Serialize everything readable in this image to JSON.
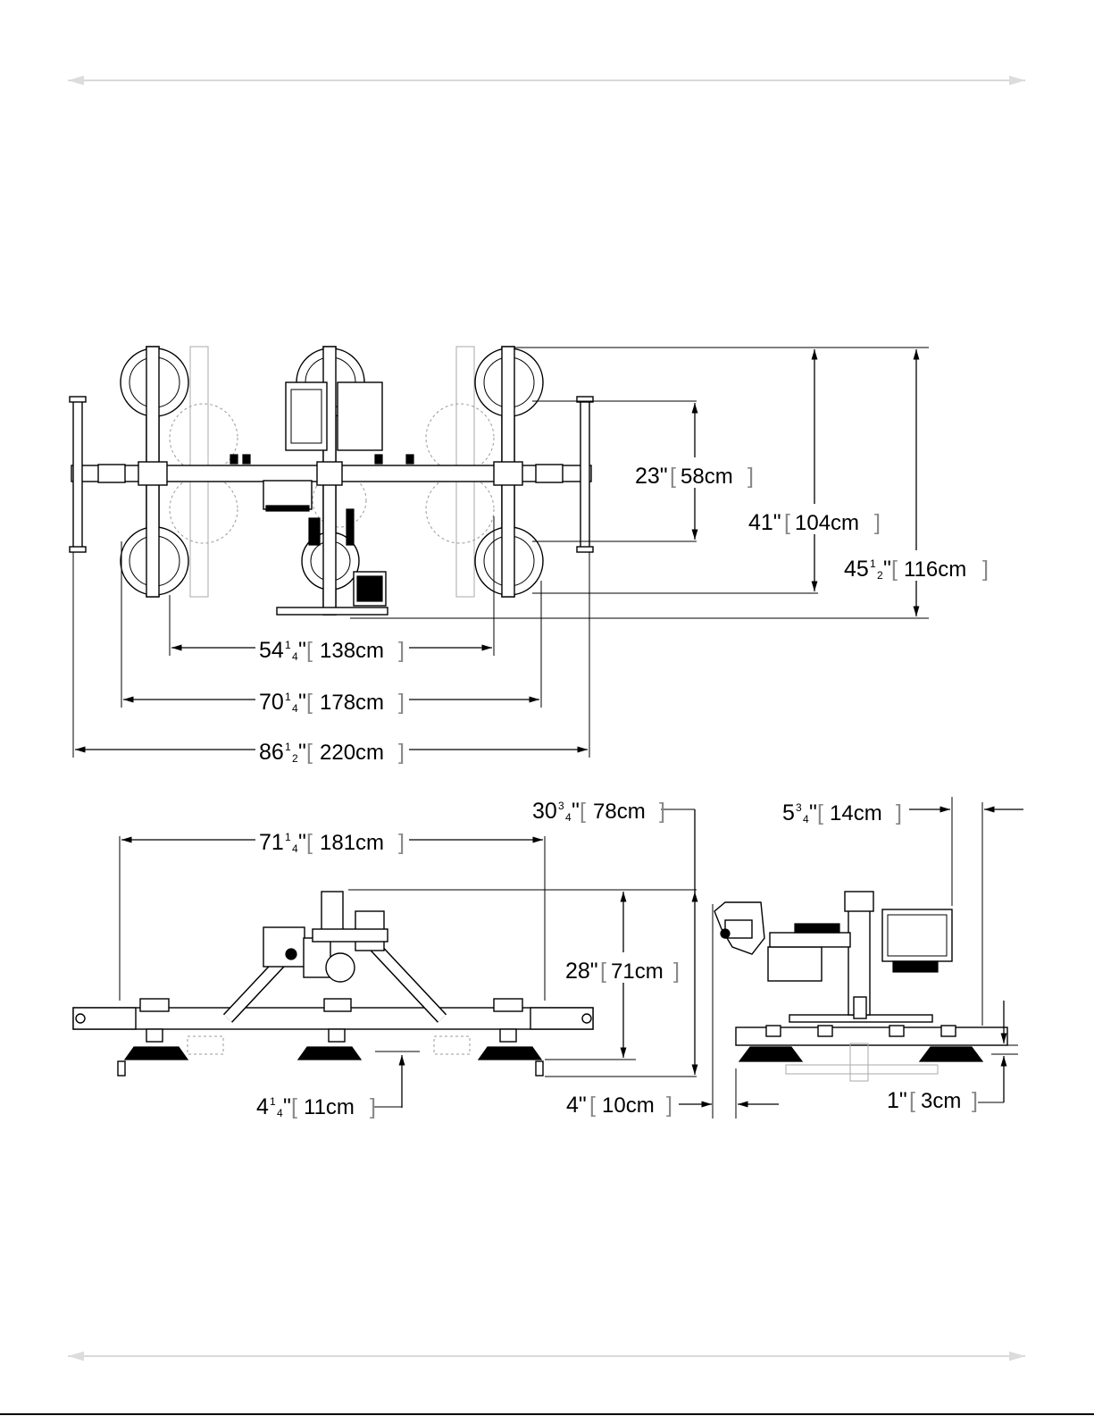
{
  "colors": {
    "line": "#000000",
    "page_rule": "#dddddd",
    "ghost": "#aaaaaa"
  },
  "top_view": {
    "dim_23": {
      "inch": "23\"",
      "cm": "58cm"
    },
    "dim_41": {
      "inch": "41\"",
      "cm": "104cm"
    },
    "dim_45": {
      "whole": "45",
      "num": "1",
      "den": "2",
      "cm": "116cm"
    },
    "dim_54": {
      "whole": "54",
      "num": "1",
      "den": "4",
      "cm": "138cm"
    },
    "dim_70": {
      "whole": "70",
      "num": "1",
      "den": "4",
      "cm": "178cm"
    },
    "dim_86": {
      "whole": "86",
      "num": "1",
      "den": "2",
      "cm": "220cm"
    }
  },
  "front_view": {
    "dim_71": {
      "whole": "71",
      "num": "1",
      "den": "4",
      "cm": "181cm"
    },
    "dim_30": {
      "whole": "30",
      "num": "3",
      "den": "4",
      "cm": "78cm"
    },
    "dim_28": {
      "inch": "28\"",
      "cm": "71cm"
    },
    "dim_4q": {
      "whole": "4",
      "num": "1",
      "den": "4",
      "cm": "11cm"
    },
    "dim_4": {
      "inch": "4\"",
      "cm": "10cm"
    }
  },
  "side_view": {
    "dim_5": {
      "whole": "5",
      "num": "3",
      "den": "4",
      "cm": "14cm"
    },
    "dim_1": {
      "inch": "1\"",
      "cm": "3cm"
    }
  }
}
